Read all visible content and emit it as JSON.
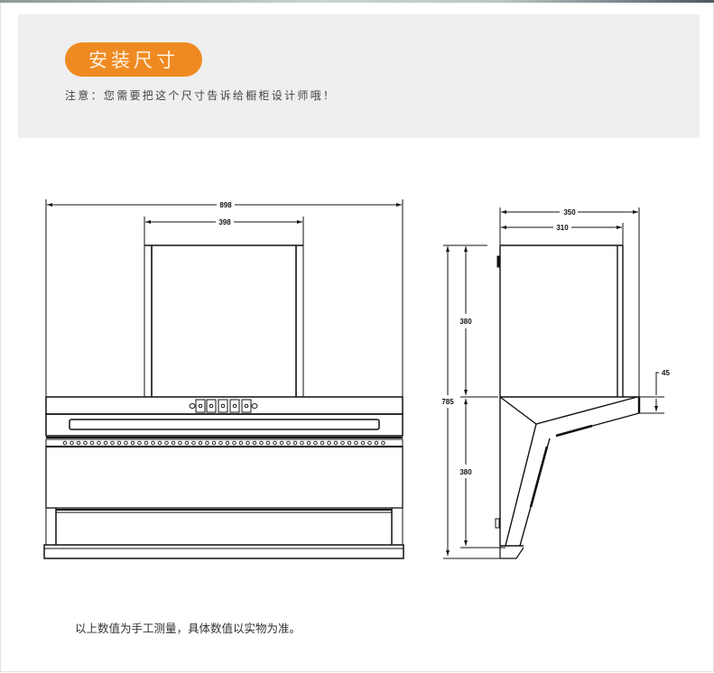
{
  "header": {
    "title": "安装尺寸",
    "note": "注意：您需要把这个尺寸告诉给橱柜设计师哦！",
    "accent_color": "#ef8a22"
  },
  "front_view": {
    "dimensions": {
      "overall_width": "898",
      "chimney_width": "398"
    },
    "control_buttons": 5
  },
  "side_view": {
    "dimensions": {
      "overall_depth": "350",
      "chimney_depth": "310",
      "upper_height": "380",
      "lower_height": "380",
      "total_height": "785",
      "front_edge_height": "45"
    }
  },
  "footer": {
    "note": "以上数值为手工测量，具体数值以实物为准。"
  }
}
